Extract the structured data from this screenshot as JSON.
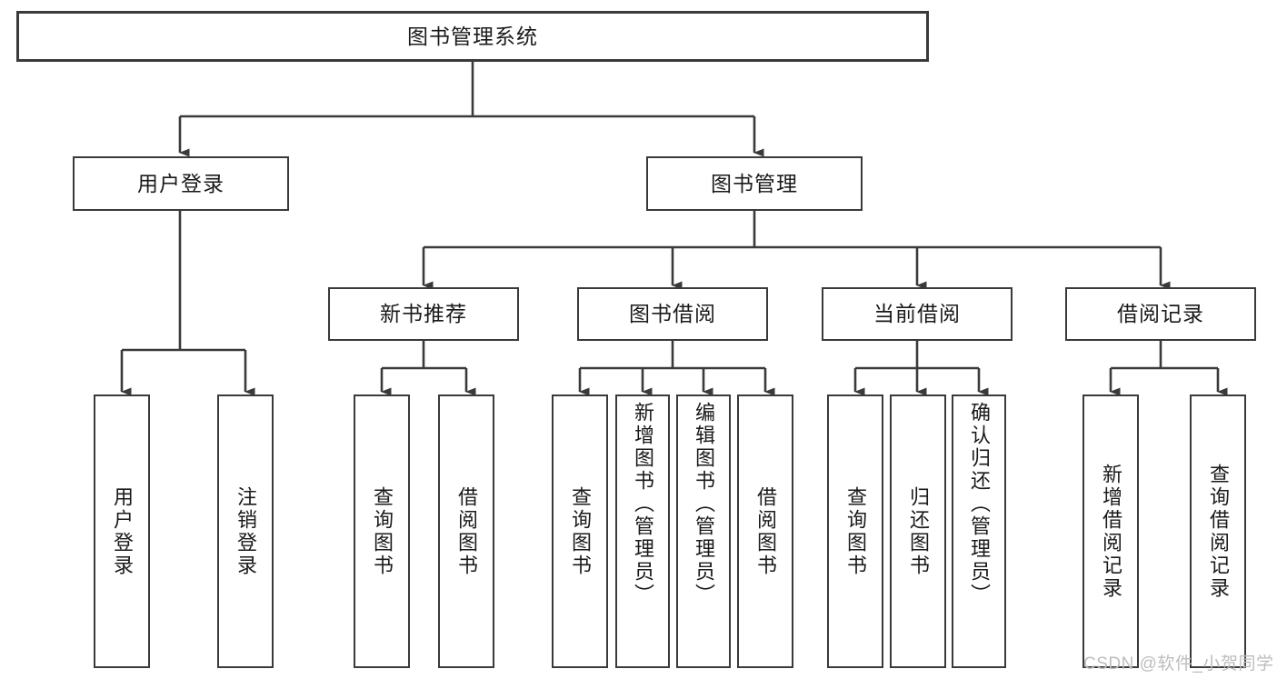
{
  "diagram": {
    "title": "图书管理系统",
    "type": "tree-hierarchy",
    "root": {
      "label": "图书管理系统"
    },
    "level2": [
      {
        "label": "用户登录"
      },
      {
        "label": "图书管理"
      }
    ],
    "level3": [
      {
        "label": "新书推荐"
      },
      {
        "label": "图书借阅"
      },
      {
        "label": "当前借阅"
      },
      {
        "label": "借阅记录"
      }
    ],
    "leaves": {
      "user_login": [
        {
          "label": "用户登录"
        },
        {
          "label": "注销登录"
        }
      ],
      "new_book_recommend": [
        {
          "label": "查询图书"
        },
        {
          "label": "借阅图书"
        }
      ],
      "book_borrow": [
        {
          "label": "查询图书"
        },
        {
          "label": "新增图书（管理员）"
        },
        {
          "label": "编辑图书（管理员）"
        },
        {
          "label": "借阅图书"
        }
      ],
      "current_borrow": [
        {
          "label": "查询图书"
        },
        {
          "label": "归还图书"
        },
        {
          "label": "确认归还（管理员）"
        }
      ],
      "borrow_record": [
        {
          "label": "新增借阅记录"
        },
        {
          "label": "查询借阅记录"
        }
      ]
    }
  },
  "watermark": {
    "text": "CSDN @软件_小贺同学"
  },
  "colors": {
    "border": "#3a3a3a",
    "background": "#ffffff",
    "text": "#1a1a1a",
    "watermark": "#bdbdbd"
  }
}
